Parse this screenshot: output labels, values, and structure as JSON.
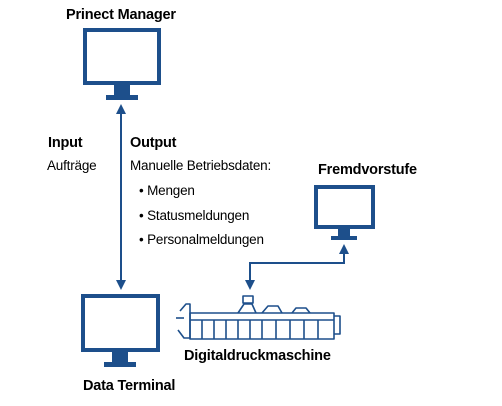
{
  "colors": {
    "accent": "#1d4f8b",
    "screen_fill": "#ffffff",
    "machine_fill": "#ffffff"
  },
  "nodes": {
    "top_monitor_label": "Prinect Manager",
    "bottom_monitor_label": "Data Terminal",
    "right_monitor_label": "Fremdvorstufe",
    "machine_label": "Digitaldruckmaschine"
  },
  "flow": {
    "input_title": "Input",
    "input_items": [
      "Aufträge"
    ],
    "output_title": "Output",
    "output_subtitle": "Manuelle Betriebsdaten:",
    "output_items": [
      "Mengen",
      "Statusmeldungen",
      "Personalmeldungen"
    ],
    "bullet": "•"
  },
  "icons": [
    "monitor-icon",
    "monitor-icon",
    "monitor-icon",
    "printing-machine-icon",
    "double-arrow-icon",
    "double-arrow-icon"
  ]
}
